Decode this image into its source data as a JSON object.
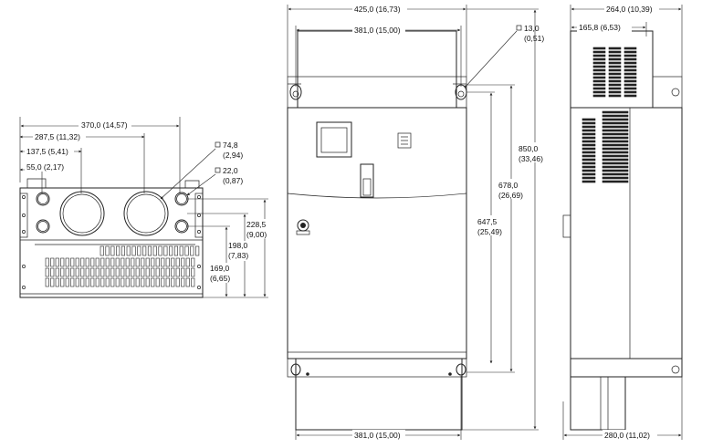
{
  "dimensions": {
    "bottom_width": "370,0 (14,57)",
    "bottom_hole_spacing": "287,5 (11,32)",
    "bottom_offset_137": "137,5 (5,41)",
    "bottom_offset_55": "55,0 (2,17)",
    "large_hole_dia": "74,8",
    "large_hole_dia_in": "(2,94)",
    "small_hole_dia": "22,0",
    "small_hole_dia_in": "(0,87)",
    "bottom_h_228": "228,5",
    "bottom_h_228_in": "(9,00)",
    "bottom_h_198": "198,0",
    "bottom_h_198_in": "(7,83)",
    "bottom_h_169": "169,0",
    "bottom_h_169_in": "(6,65)",
    "front_width": "425,0 (16,73)",
    "front_mount_top": "381,0 (15,00)",
    "mount_hole_dia": "13,0",
    "mount_hole_dia_in": "(0,51)",
    "front_height": "850,0",
    "front_height_in": "(33,46)",
    "front_h_678": "678,0",
    "front_h_678_in": "(26,69)",
    "front_h_647": "647,5",
    "front_h_647_in": "(25,49)",
    "front_mount_bottom": "381,0 (15,00)",
    "side_depth": "264,0 (10,39)",
    "side_165": "165,8 (6,53)",
    "side_bottom": "280,0 (11,02)"
  }
}
